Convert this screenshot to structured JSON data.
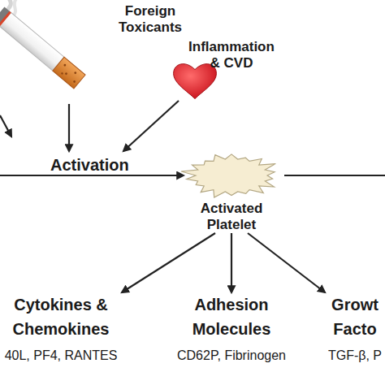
{
  "diagram": {
    "nodes": [
      {
        "text": [
          "Foreign Toxicants"
        ]
      },
      {
        "text": [
          "Inflammation & CVD"
        ]
      },
      {
        "text": [
          "Activated Platelet"
        ]
      },
      {
        "text": [
          "Cytokines & Chemokines",
          "40L, PF4, RANTES"
        ]
      },
      {
        "text": [
          "Adhesion Molecules",
          "CD62P, Fibrinogen"
        ]
      },
      {
        "text": [
          "Growt Facto",
          "TGF-β, P"
        ]
      }
    ],
    "edges": [
      {
        "from": 2,
        "to": 3,
        "arrow": "to"
      },
      {
        "from": 2,
        "to": 4,
        "arrow": "to"
      },
      {
        "from": 2,
        "to": 5,
        "arrow": "to"
      }
    ],
    "labels": [
      "Activation"
    ]
  }
}
